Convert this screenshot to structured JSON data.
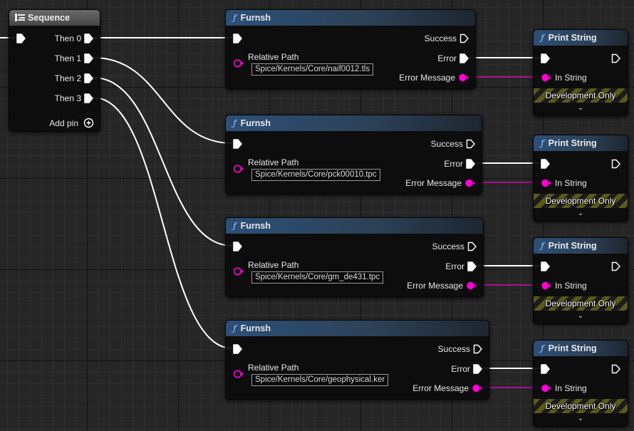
{
  "sequence": {
    "title": "Sequence",
    "outputs": [
      "Then 0",
      "Then 1",
      "Then 2",
      "Then 3"
    ],
    "add_pin_label": "Add pin"
  },
  "furnsh_nodes": [
    {
      "title": "Furnsh",
      "success_label": "Success",
      "relative_path_label": "Relative Path",
      "relative_path_value": "Spice/Kernels/Core/naif0012.tls",
      "error_label": "Error",
      "error_message_label": "Error Message"
    },
    {
      "title": "Furnsh",
      "success_label": "Success",
      "relative_path_label": "Relative Path",
      "relative_path_value": "Spice/Kernels/Core/pck00010.tpc",
      "error_label": "Error",
      "error_message_label": "Error Message"
    },
    {
      "title": "Furnsh",
      "success_label": "Success",
      "relative_path_label": "Relative Path",
      "relative_path_value": "Spice/Kernels/Core/gm_de431.tpc",
      "error_label": "Error",
      "error_message_label": "Error Message"
    },
    {
      "title": "Furnsh",
      "success_label": "Success",
      "relative_path_label": "Relative Path",
      "relative_path_value": "Spice/Kernels/Core/geophysical.ker",
      "error_label": "Error",
      "error_message_label": "Error Message"
    }
  ],
  "print_nodes": [
    {
      "title": "Print String",
      "in_string_label": "In String",
      "dev_label": "Development Only"
    },
    {
      "title": "Print String",
      "in_string_label": "In String",
      "dev_label": "Development Only"
    },
    {
      "title": "Print String",
      "in_string_label": "In String",
      "dev_label": "Development Only"
    },
    {
      "title": "Print String",
      "in_string_label": "In String",
      "dev_label": "Development Only"
    }
  ],
  "colors": {
    "exec_wire": "#ffffff",
    "string_pin": "#ff00d6",
    "function_header": "#2c4f78",
    "sequence_header": "#595959",
    "dev_stripe": "#5a5a1a"
  },
  "icons": {
    "function": "function-f-icon",
    "sequence": "sequence-icon",
    "exec_pin": "exec-arrow-icon",
    "string_pin": "string-pin-icon",
    "add_pin": "plus-circle-icon",
    "expand": "chevron-down-icon"
  }
}
